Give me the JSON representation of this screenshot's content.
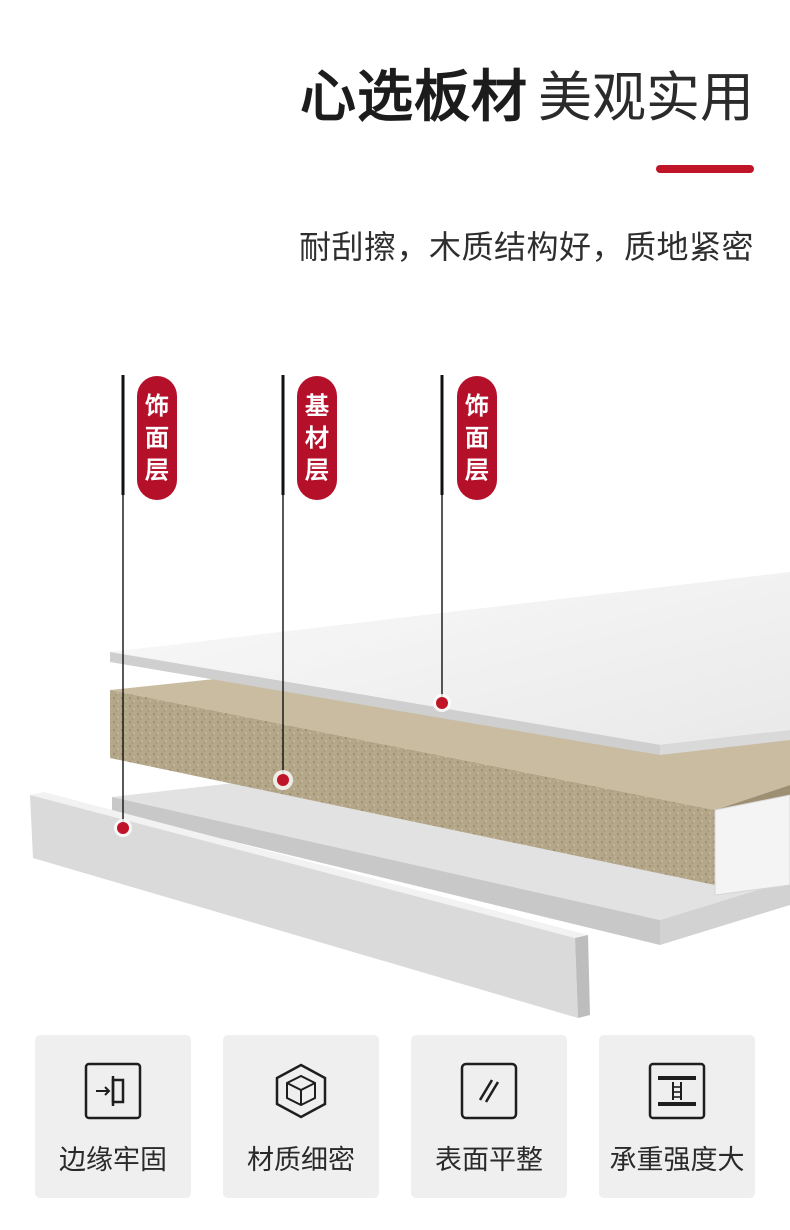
{
  "header": {
    "title_bold": "心选板材",
    "title_light": "美观实用",
    "subtitle": "耐刮擦，木质结构好，质地紧密"
  },
  "layers": [
    {
      "label": "饰面层",
      "chars": [
        "饰",
        "面",
        "层"
      ]
    },
    {
      "label": "基材层",
      "chars": [
        "基",
        "材",
        "层"
      ]
    },
    {
      "label": "饰面层",
      "chars": [
        "饰",
        "面",
        "层"
      ]
    }
  ],
  "features": [
    {
      "label": "边缘牢固",
      "icon": "edge-icon"
    },
    {
      "label": "材质细密",
      "icon": "cube-icon"
    },
    {
      "label": "表面平整",
      "icon": "flat-surface-icon"
    },
    {
      "label": "承重强度大",
      "icon": "load-bearing-icon"
    }
  ],
  "colors": {
    "accent": "#c01528",
    "tag": "#b5102a",
    "card_bg": "#efefef",
    "particle_board": "#b3a487"
  }
}
